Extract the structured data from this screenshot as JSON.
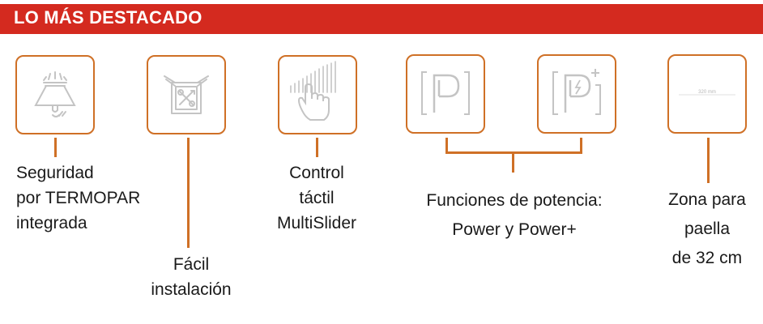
{
  "header": {
    "title": "LO MÁS DESTACADO"
  },
  "features": {
    "seguridad": {
      "lines": [
        "Seguridad",
        "por TERMOPAR",
        "integrada"
      ]
    },
    "instalacion": {
      "lines": [
        "Fácil",
        "instalación"
      ]
    },
    "control": {
      "lines": [
        "Control",
        "táctil",
        "MultiSlider"
      ]
    },
    "potencia": {
      "lines": [
        "Funciones de potencia:",
        "Power y Power+"
      ]
    },
    "paella": {
      "lines": [
        "Zona para",
        "paella",
        "de 32 cm"
      ],
      "icon_text": "320 mm"
    }
  },
  "icons": {
    "seguridad": "flame-safety-icon",
    "instalacion": "toolbox-wrench-screwdriver-icon",
    "control": "touch-slider-hand-icon",
    "power": "power-p-icon",
    "power_plus": "power-plus-icon",
    "paella": "paella-zone-icon"
  },
  "colors": {
    "header": "#d42a1f",
    "accent": "#cf7026",
    "icon_stroke": "#c4c4c4"
  }
}
